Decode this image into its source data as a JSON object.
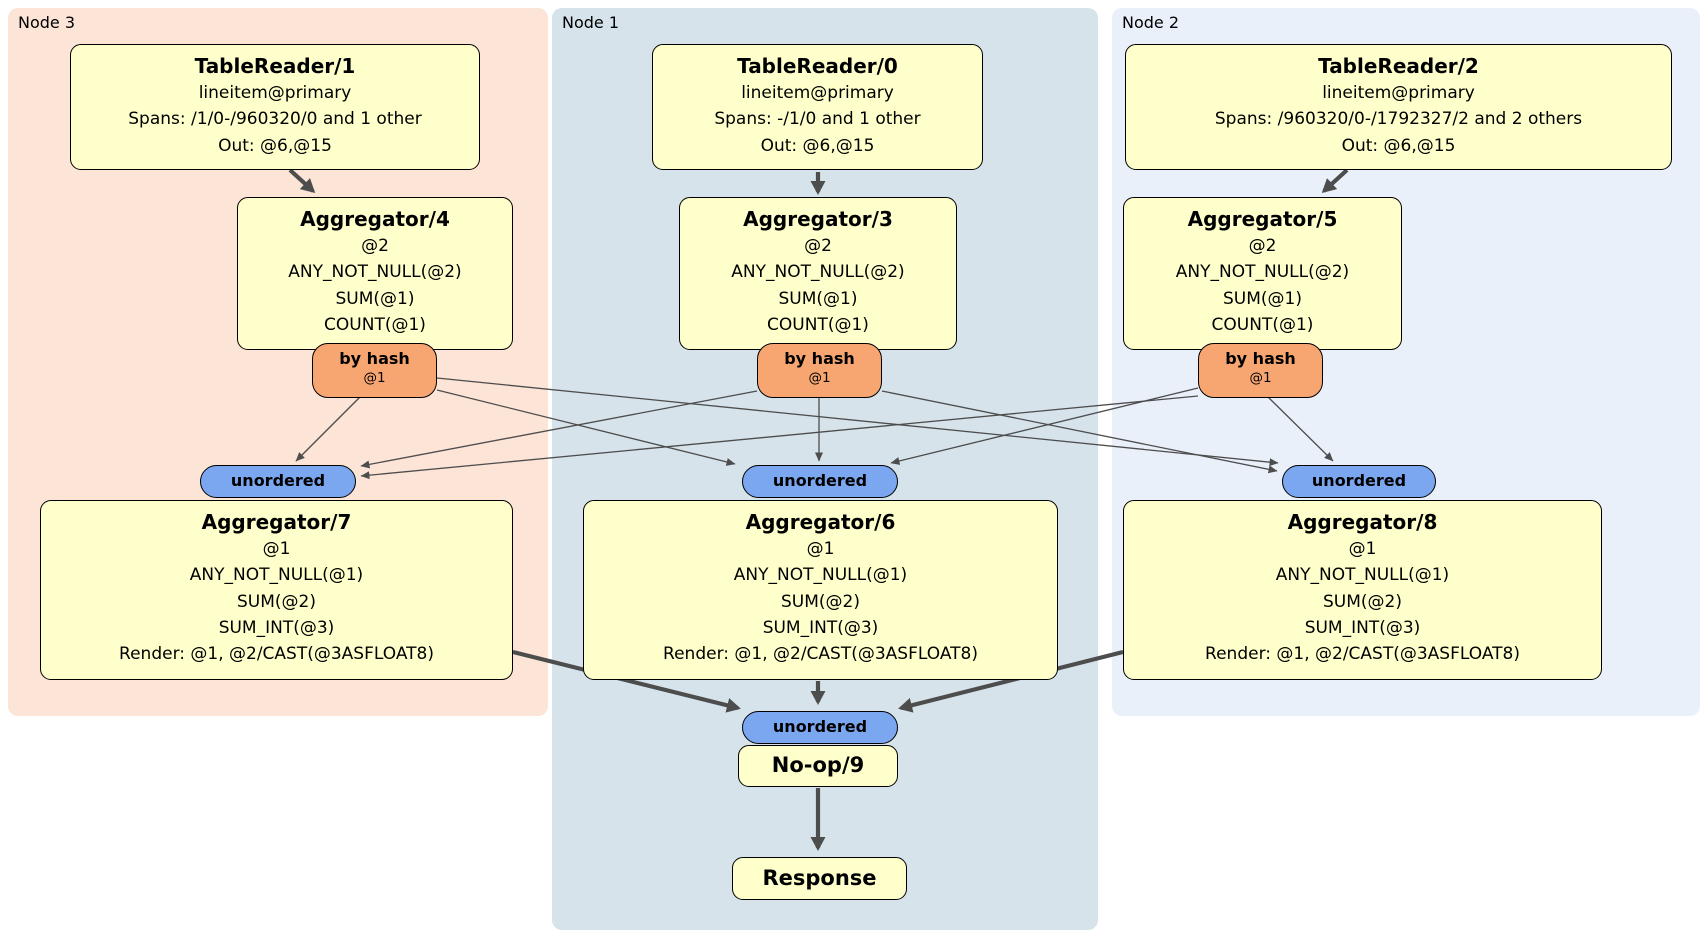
{
  "palette": {
    "box-fill": "#ffffcc",
    "router-fill": "#f7a671",
    "sync-fill": "#7aa7f0",
    "edge-color": "#4d4d4d",
    "node3-bg": "#fce4d6",
    "node1-bg": "#d6e3eb",
    "node2-bg": "#eaf0fa"
  },
  "regions": [
    {
      "label": "Node 3",
      "color": "#fce4d6"
    },
    {
      "label": "Node 1",
      "color": "#d6e3eb"
    },
    {
      "label": "Node 2",
      "color": "#eaf0fa"
    }
  ],
  "processors": {
    "tablereader1": {
      "title": "TableReader/1",
      "lines": [
        "lineitem@primary",
        "Spans: /1/0-/960320/0 and 1 other",
        "Out: @6,@15"
      ]
    },
    "tablereader0": {
      "title": "TableReader/0",
      "lines": [
        "lineitem@primary",
        "Spans: -/1/0 and 1 other",
        "Out: @6,@15"
      ]
    },
    "tablereader2": {
      "title": "TableReader/2",
      "lines": [
        "lineitem@primary",
        "Spans: /960320/0-/1792327/2 and 2 others",
        "Out: @6,@15"
      ]
    },
    "aggregator4": {
      "title": "Aggregator/4",
      "lines": [
        "@2",
        "ANY_NOT_NULL(@2)",
        "SUM(@1)",
        "COUNT(@1)"
      ]
    },
    "aggregator3": {
      "title": "Aggregator/3",
      "lines": [
        "@2",
        "ANY_NOT_NULL(@2)",
        "SUM(@1)",
        "COUNT(@1)"
      ]
    },
    "aggregator5": {
      "title": "Aggregator/5",
      "lines": [
        "@2",
        "ANY_NOT_NULL(@2)",
        "SUM(@1)",
        "COUNT(@1)"
      ]
    },
    "aggregator7": {
      "title": "Aggregator/7",
      "lines": [
        "@1",
        "ANY_NOT_NULL(@1)",
        "SUM(@2)",
        "SUM_INT(@3)",
        "Render: @1, @2/CAST(@3ASFLOAT8)"
      ]
    },
    "aggregator6": {
      "title": "Aggregator/6",
      "lines": [
        "@1",
        "ANY_NOT_NULL(@1)",
        "SUM(@2)",
        "SUM_INT(@3)",
        "Render: @1, @2/CAST(@3ASFLOAT8)"
      ]
    },
    "aggregator8": {
      "title": "Aggregator/8",
      "lines": [
        "@1",
        "ANY_NOT_NULL(@1)",
        "SUM(@2)",
        "SUM_INT(@3)",
        "Render: @1, @2/CAST(@3ASFLOAT8)"
      ]
    },
    "noop9": {
      "title": "No-op/9"
    },
    "response": {
      "title": "Response"
    }
  },
  "routers": [
    {
      "label": "by hash",
      "detail": "@1"
    },
    {
      "label": "by hash",
      "detail": "@1"
    },
    {
      "label": "by hash",
      "detail": "@1"
    }
  ],
  "syncs": [
    {
      "label": "unordered"
    },
    {
      "label": "unordered"
    },
    {
      "label": "unordered"
    },
    {
      "label": "unordered"
    }
  ]
}
